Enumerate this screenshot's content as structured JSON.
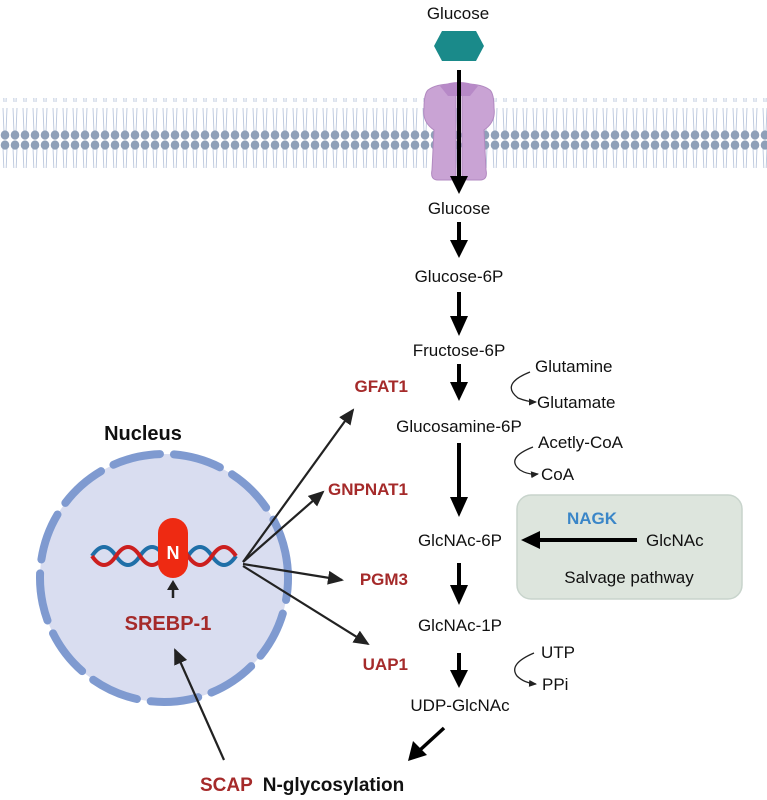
{
  "colors": {
    "enzyme": "#a52a2a",
    "salvage_enzyme": "#3a86c8",
    "glucose_hex": "#1a8a8a",
    "transporter": "#c9a3d4",
    "membrane": "#8fa0b8",
    "nucleus_fill": "#d9ddf0",
    "nucleus_border": "#7f9ad0",
    "salvage_box": "#dde5dd",
    "n_protein": "#ee2a12",
    "dna_red": "#cc1f1f",
    "dna_blue": "#1f6fa8"
  },
  "extracellular": {
    "glucose_label": "Glucose"
  },
  "pathway": {
    "metabolites": [
      "Glucose",
      "Glucose-6P",
      "Fructose-6P",
      "Glucosamine-6P",
      "GlcNAc-6P",
      "GlcNAc-1P",
      "UDP-GlcNAc"
    ],
    "enzymes": [
      "GFAT1",
      "GNPNAT1",
      "PGM3",
      "UAP1"
    ],
    "cofactors": [
      {
        "in": "Glutamine",
        "out": "Glutamate"
      },
      {
        "in": "Acetly-CoA",
        "out": "CoA"
      },
      {
        "in": "UTP",
        "out": "PPi"
      }
    ]
  },
  "salvage": {
    "enzyme": "NAGK",
    "substrate": "GlcNAc",
    "label": "Salvage pathway"
  },
  "nucleus": {
    "title": "Nucleus",
    "transcription_factor": "SREBP-1",
    "n_badge": "N"
  },
  "outcome": {
    "protein": "SCAP",
    "process": "N-glycosylation"
  }
}
